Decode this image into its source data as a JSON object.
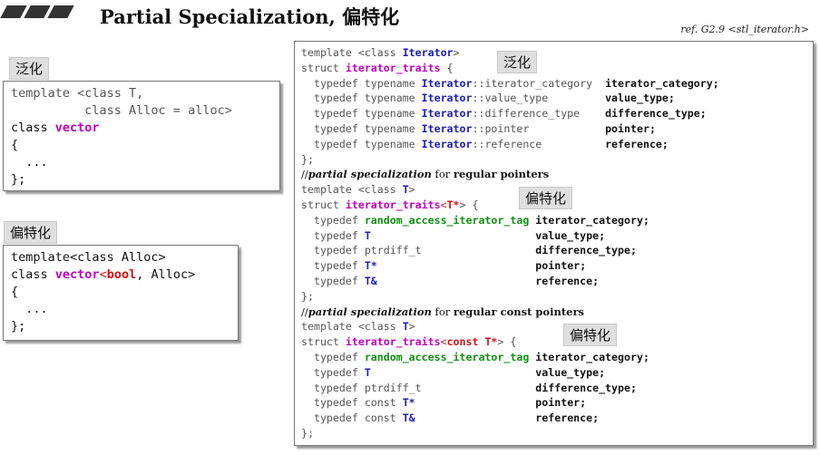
{
  "header": {
    "title": "Partial Specialization, 偏特化",
    "ref": "ref. G2.9  <stl_iterator.h>"
  },
  "tags": {
    "generalization": "泛化",
    "partial_specialization": "偏特化"
  },
  "vector_general": {
    "l1_a": "template <class T,",
    "l2_a": "          class Alloc = alloc>",
    "l3_a": "class ",
    "l3_b": "vector",
    "l4": "{",
    "l5": "  ...",
    "l6": "};"
  },
  "vector_bool": {
    "l1": "template<class Alloc>",
    "l2_a": "class ",
    "l2_b": "vector",
    "l2_c": "<",
    "l2_d": "bool",
    "l2_e": ", Alloc>",
    "l3": "{",
    "l4": "  ...",
    "l5": "};"
  },
  "traits": {
    "template_kw": "template <class ",
    "iterator": "Iterator",
    "t": "T",
    "close": ">",
    "struct_kw": "struct ",
    "struct_name": "iterator_traits",
    "brace_open": " {",
    "brace_close": "};",
    "typedef": "  typedef ",
    "typedef_typename": "  typedef typename ",
    "scope": "::",
    "lt": "<",
    "gt": ">",
    "t_ptr": "T*",
    "const_kw": "const ",
    "tag_type": "random_access_iterator_tag",
    "ptrdiff": "ptrdiff_t",
    "members": {
      "iterator_category": "iterator_category",
      "value_type": "value_type",
      "difference_type": "difference_type",
      "pointer": "pointer",
      "reference": "reference"
    },
    "t_amp": "T&",
    "semi": ";",
    "comment_slash": "//",
    "comment_em": "partial specialization",
    "comment_for": " for ",
    "comment_regular_pointers": "regular pointers",
    "comment_regular_const_pointers": "regular const pointers"
  }
}
